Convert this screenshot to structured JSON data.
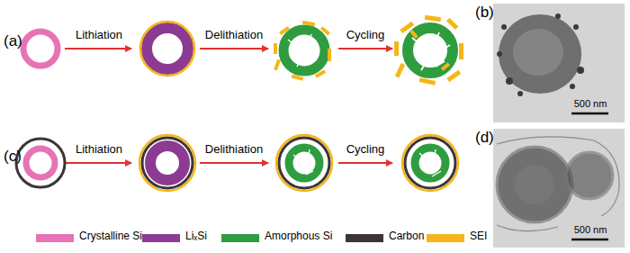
{
  "diagram": {
    "labels": [
      "(a)",
      "Lithiation",
      "Delithiation",
      "Cycling",
      "(b)",
      "500 nm",
      "(c)",
      "Lithiation",
      "Delithiation",
      "Cycling",
      "(d)",
      "500 nm"
    ],
    "legend": [
      {
        "text": "Crystalline Si",
        "color": "#e673b6"
      },
      {
        "text": "LiₓSi",
        "color": "#8c3b93"
      },
      {
        "text": "Amorphous Si",
        "color": "#2f9d3f"
      },
      {
        "text": "Carbon",
        "color": "#3b3536"
      },
      {
        "text": "SEI",
        "color": "#f6b61a"
      }
    ]
  }
}
